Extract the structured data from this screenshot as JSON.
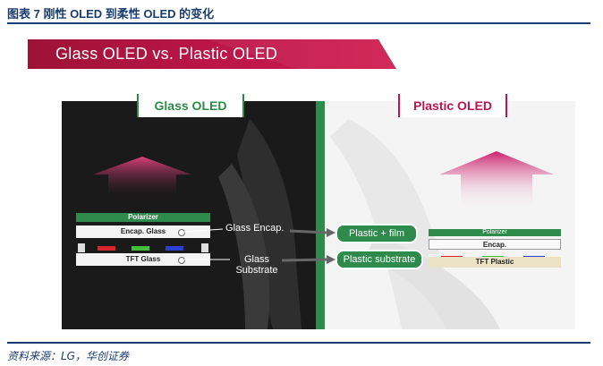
{
  "caption": "图表 7   刚性 OLED 到柔性 OLED 的变化",
  "banner": {
    "title": "Glass OLED vs. Plastic OLED",
    "color": "#b3143d"
  },
  "glass": {
    "label": "Glass OLED",
    "layers": {
      "polarizer": "Polarizer",
      "encap": "Encap. Glass",
      "tft": "TFT Glass"
    },
    "annotations": {
      "encap": "Glass Encap.",
      "substrate_line1": "Glass",
      "substrate_line2": "Substrate"
    }
  },
  "plastic": {
    "label": "Plastic OLED",
    "layers": {
      "polarizer": "Polarizer",
      "encap": "Encap.",
      "tft": "TFT Plastic"
    },
    "replacements": {
      "film": "Plastic + film",
      "substrate": "Plastic substrate"
    }
  },
  "colors": {
    "green": "#2f8b4b",
    "magenta": "#c0134f",
    "navy": "#1b3c72",
    "pixel_red": "#d8242a",
    "pixel_green": "#3fbf3a",
    "pixel_blue": "#2c3fcf"
  },
  "source": "资料来源：LG，华创证券"
}
